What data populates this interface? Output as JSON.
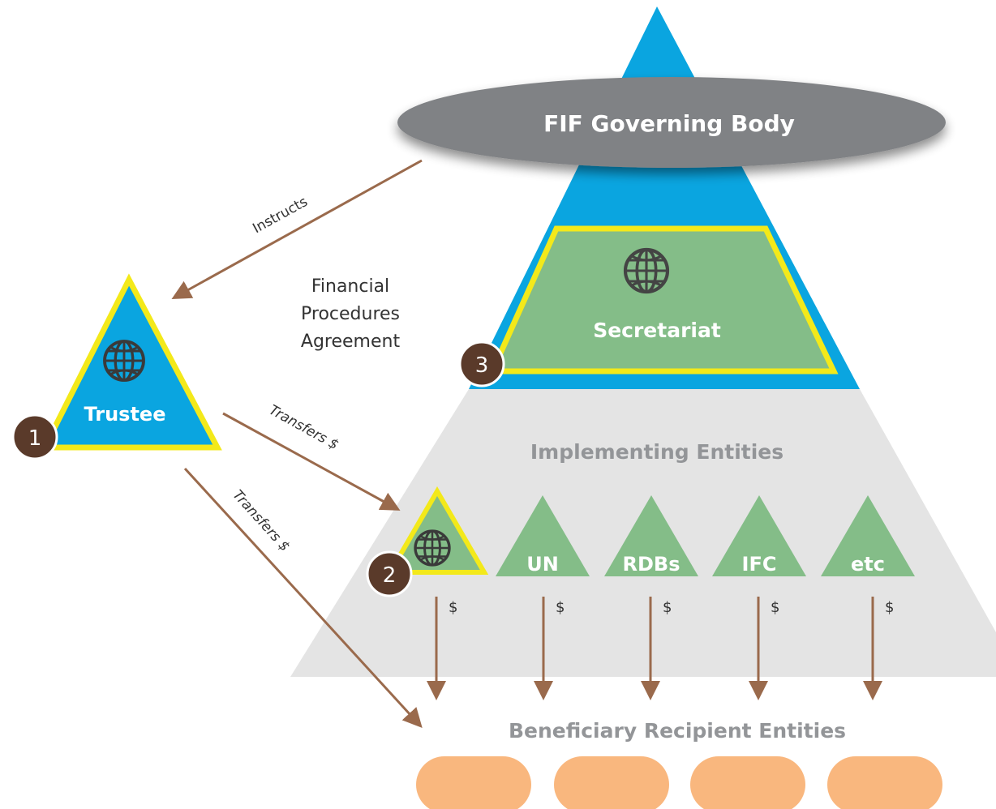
{
  "governing_body": {
    "label": "FIF Governing Body"
  },
  "secretariat": {
    "label": "Secretariat",
    "number": "3"
  },
  "trustee": {
    "label": "Trustee",
    "number": "1"
  },
  "fpa": {
    "line1": "Financial",
    "line2": "Procedures",
    "line3": "Agreement"
  },
  "arrows": {
    "instructs": "Instructs",
    "transfers_upper": "Transfers $",
    "transfers_lower": "Transfers $"
  },
  "implementing": {
    "title": "Implementing Entities",
    "first_number": "2",
    "entities": [
      {
        "label": ""
      },
      {
        "label": "UN"
      },
      {
        "label": "RDBs"
      },
      {
        "label": "IFC"
      },
      {
        "label": "etc"
      }
    ],
    "flow_label": "$"
  },
  "beneficiary": {
    "title": "Beneficiary Recipient Entities",
    "count": 4
  },
  "icons": {
    "globe": "world-bank-globe-icon"
  },
  "colors": {
    "blue": "#0aa5e0",
    "green": "#84bd88",
    "yellow": "#f3e91a",
    "gray_body": "#808285",
    "light_gray": "#e4e4e4",
    "brown": "#9a6a4c",
    "badge": "#5a3a2a",
    "orange": "#f9b77e"
  }
}
